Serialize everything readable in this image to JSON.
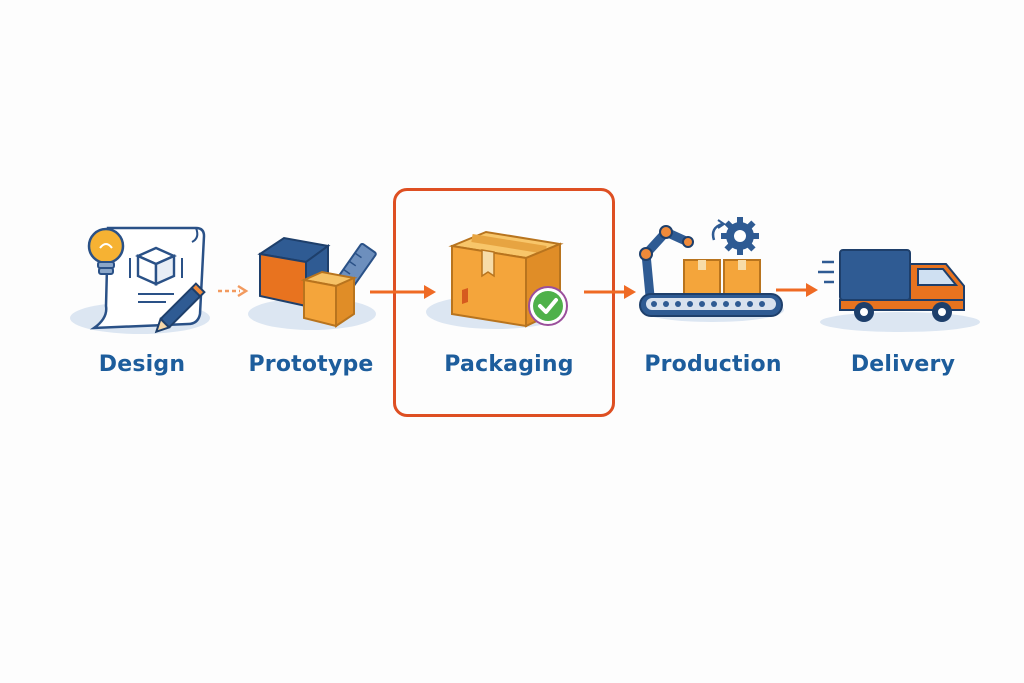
{
  "steps": [
    {
      "label": "Design",
      "icon": "lightbulb-blueprint-icon"
    },
    {
      "label": "Prototype",
      "icon": "prototype-blocks-icon"
    },
    {
      "label": "Packaging",
      "icon": "package-check-icon",
      "highlighted": true
    },
    {
      "label": "Production",
      "icon": "conveyor-robot-icon"
    },
    {
      "label": "Delivery",
      "icon": "delivery-truck-icon"
    }
  ],
  "colors": {
    "label": "#1d5d9c",
    "arrow": "#ef6a24",
    "highlight_border": "#de4f22",
    "box": "#f4a53b",
    "navy": "#2f5b93",
    "orange": "#e8731f",
    "check": "#4fb14a"
  }
}
